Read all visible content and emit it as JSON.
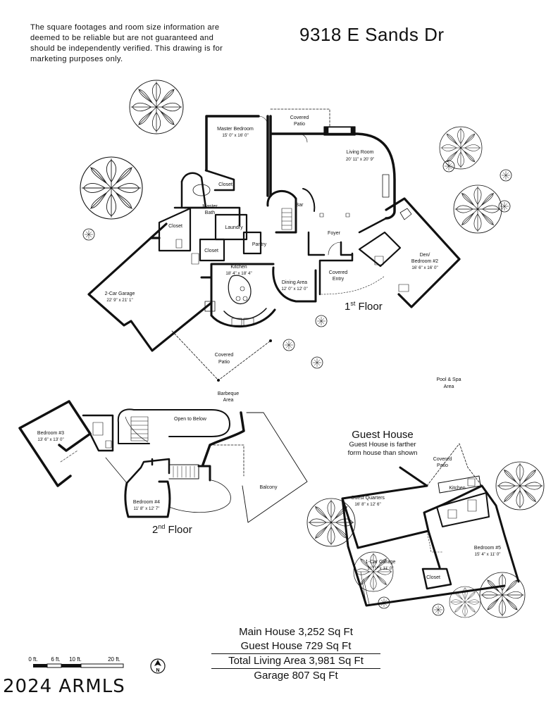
{
  "disclaimer": "The square footages and room size information are deemed to be reliable but are not guaranteed and should be independently verified. This drawing is for marketing purposes only.",
  "address": "9318 E Sands Dr",
  "floors": {
    "first": {
      "label": "1st Floor",
      "main": "1",
      "sup": "st",
      "rest": " Floor"
    },
    "second": {
      "label": "2nd Floor",
      "main": "2",
      "sup": "nd",
      "rest": " Floor"
    }
  },
  "rooms": {
    "covered_patio_top": {
      "name1": "Covered",
      "name2": "Patio"
    },
    "master_bedroom": {
      "name": "Master Bedroom",
      "dims": "15' 0\" x 16' 0\""
    },
    "living_room": {
      "name": "Living Room",
      "dims": "20' 11\" x 20' 9\""
    },
    "closet_master": {
      "name": "Closet"
    },
    "master_bath": {
      "name1": "Master",
      "name2": "Bath"
    },
    "bar": {
      "name": "Bar"
    },
    "closet_left": {
      "name": "Closet"
    },
    "laundry": {
      "name": "Laundry"
    },
    "foyer": {
      "name": "Foyer"
    },
    "closet_mid": {
      "name": "Closet"
    },
    "pantry": {
      "name": "Pantry"
    },
    "den": {
      "name1": "Den/",
      "name2": "Bedroom #2",
      "dims": "16' 6\" x 16' 0\""
    },
    "kitchen": {
      "name": "Kitchen",
      "dims": "18' 4\" x 18' 4\""
    },
    "covered_entry": {
      "name1": "Covered",
      "name2": "Entry"
    },
    "dining": {
      "name": "Dining Area",
      "dims": "12' 0\" x 12' 0\""
    },
    "garage2": {
      "name": "2-Car Garage",
      "dims": "22' 9\" x 21' 1\""
    },
    "covered_patio_bottom": {
      "name1": "Covered",
      "name2": "Patio"
    },
    "barbeque": {
      "name1": "Barbeque",
      "name2": "Area"
    },
    "pool": {
      "name1": "Pool & Spa",
      "name2": "Area"
    },
    "bedroom3": {
      "name": "Bedroom #3",
      "dims": "13' 6\" x 13' 0\""
    },
    "open_below": {
      "name": "Open to Below"
    },
    "balcony": {
      "name": "Balcony"
    },
    "bedroom4": {
      "name": "Bedroom #4",
      "dims": "11' 8\" x 12' 7\""
    },
    "gh_patio": {
      "name1": "Covered",
      "name2": "Patio"
    },
    "gh_kitchen": {
      "name": "Kitchen"
    },
    "gh_quarters": {
      "name": "Guest Quarters",
      "dims": "16' 8\" x 12' 6\""
    },
    "gh_bedroom5": {
      "name": "Bedroom #5",
      "dims": "15' 4\" x 11' 0\""
    },
    "gh_garage": {
      "name": "1-Car Garage",
      "dims": "21' 1\" x 11' 0\""
    },
    "gh_closet": {
      "name": "Closet"
    }
  },
  "guest_house": {
    "title": "Guest House",
    "note1": "Guest House is farther",
    "note2": "form house than shown"
  },
  "summary": {
    "main": "Main House 3,252 Sq Ft",
    "guest": "Guest House 729 Sq Ft",
    "total": "Total Living Area 3,981 Sq Ft",
    "garage": "Garage 807 Sq Ft"
  },
  "scale": {
    "t0": "0 ft.",
    "t6": "6 ft.",
    "t10": "10 ft.",
    "t20": "20 ft."
  },
  "north_label": "N",
  "copyright": "2024 ARMLS",
  "colors": {
    "wall": "#111111",
    "background": "#ffffff"
  },
  "icons": [
    "tree-icon",
    "north-arrow-icon",
    "fireplace-icon",
    "stair-icon"
  ]
}
